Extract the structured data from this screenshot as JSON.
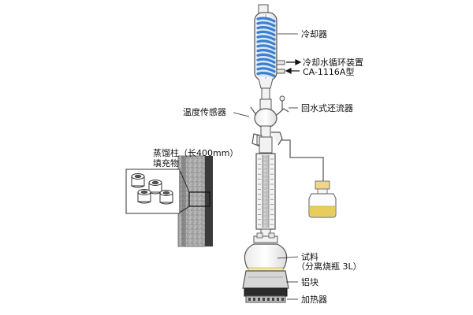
{
  "labels": {
    "condenser": "冷却器",
    "cooling_unit": "冷却水循环装置",
    "cooling_model": "CA-1116A型",
    "reflux_divider": "回水式还流器",
    "temp_sensor": "温度传感器",
    "column_title": "蒸馏柱（长400mm）",
    "packing": "填充物",
    "sample": "试料",
    "flask": "（分离烧瓶 3L）",
    "al_block": "铝块",
    "heater": "加热器"
  },
  "colors": {
    "coolant": "#3b7fd0",
    "sample_liquid": "#f3e7a3",
    "receiver_liquid": "#e6c84a",
    "receiver_cap": "#f0d58a",
    "packing_gray": "#9a9a9a",
    "glass_outline": "#555555"
  },
  "icons": {
    "condenser_coil": "blue-helical-coil",
    "packing_rings": "white-raschig-rings"
  }
}
